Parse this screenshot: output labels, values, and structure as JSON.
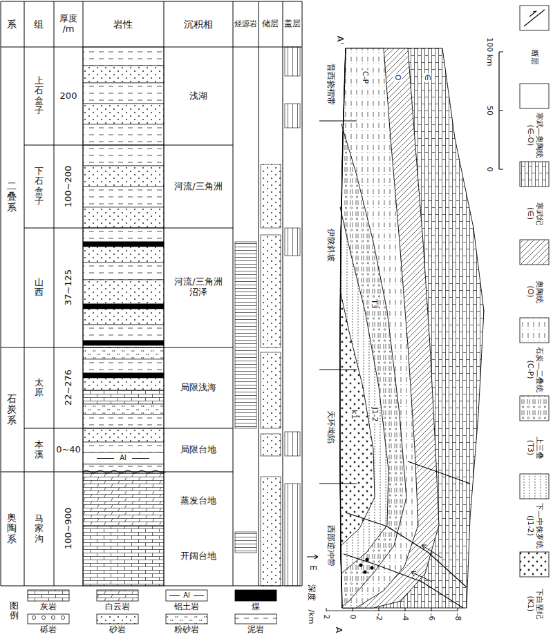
{
  "diagram": {
    "labels": [
      "系",
      "组",
      "厚度 /m",
      "岩性",
      "沉积相",
      "烃源岩",
      "储层",
      "盖层",
      "二叠系",
      "石炭系",
      "奥陶系",
      "上石盒子",
      "下石盒子",
      "山西",
      "太原",
      "本溪",
      "马家沟",
      "200",
      "100~200",
      "37~125",
      "22~276",
      "0~40",
      "100~900",
      "浅湖",
      "河流/三角洲",
      "河流/三角洲 沼泽",
      "局限浅海",
      "局限台地",
      "蒸发台地",
      "开阔台地",
      "Al",
      "图例",
      "Al",
      "A'",
      "晋西挠褶带",
      "伊陕斜坡",
      "天环坳陷",
      "西部逆冲带",
      "C-P",
      "O",
      "∈",
      "T3",
      "J1-2",
      "k1",
      "/km",
      "2",
      "0",
      "-2",
      "-4",
      "-6",
      "-8",
      "深度",
      "0",
      "50",
      "100 km",
      "A",
      "E"
    ],
    "legend": [
      {
        "text": "灰岩"
      },
      {
        "text": "白云岩"
      },
      {
        "text": "铝土岩"
      },
      {
        "text": "煤",
        "color": "#000000"
      },
      {
        "text": "砾岩"
      },
      {
        "text": "砂岩"
      },
      {
        "text": "粉砂岩"
      },
      {
        "text": "泥岩"
      },
      {
        "text": "下白垩纪 (K1)"
      },
      {
        "text": "下—中侏罗统 (J1-2)"
      },
      {
        "text": "上三叠 (T3)"
      },
      {
        "text": "石炭—二叠统 (C-P)"
      },
      {
        "text": "奥陶统 (O)"
      },
      {
        "text": "寒武纪 (∈)"
      },
      {
        "text": "寒武—奥陶统 (∈-O)"
      },
      {
        "text": "断层"
      }
    ]
  }
}
